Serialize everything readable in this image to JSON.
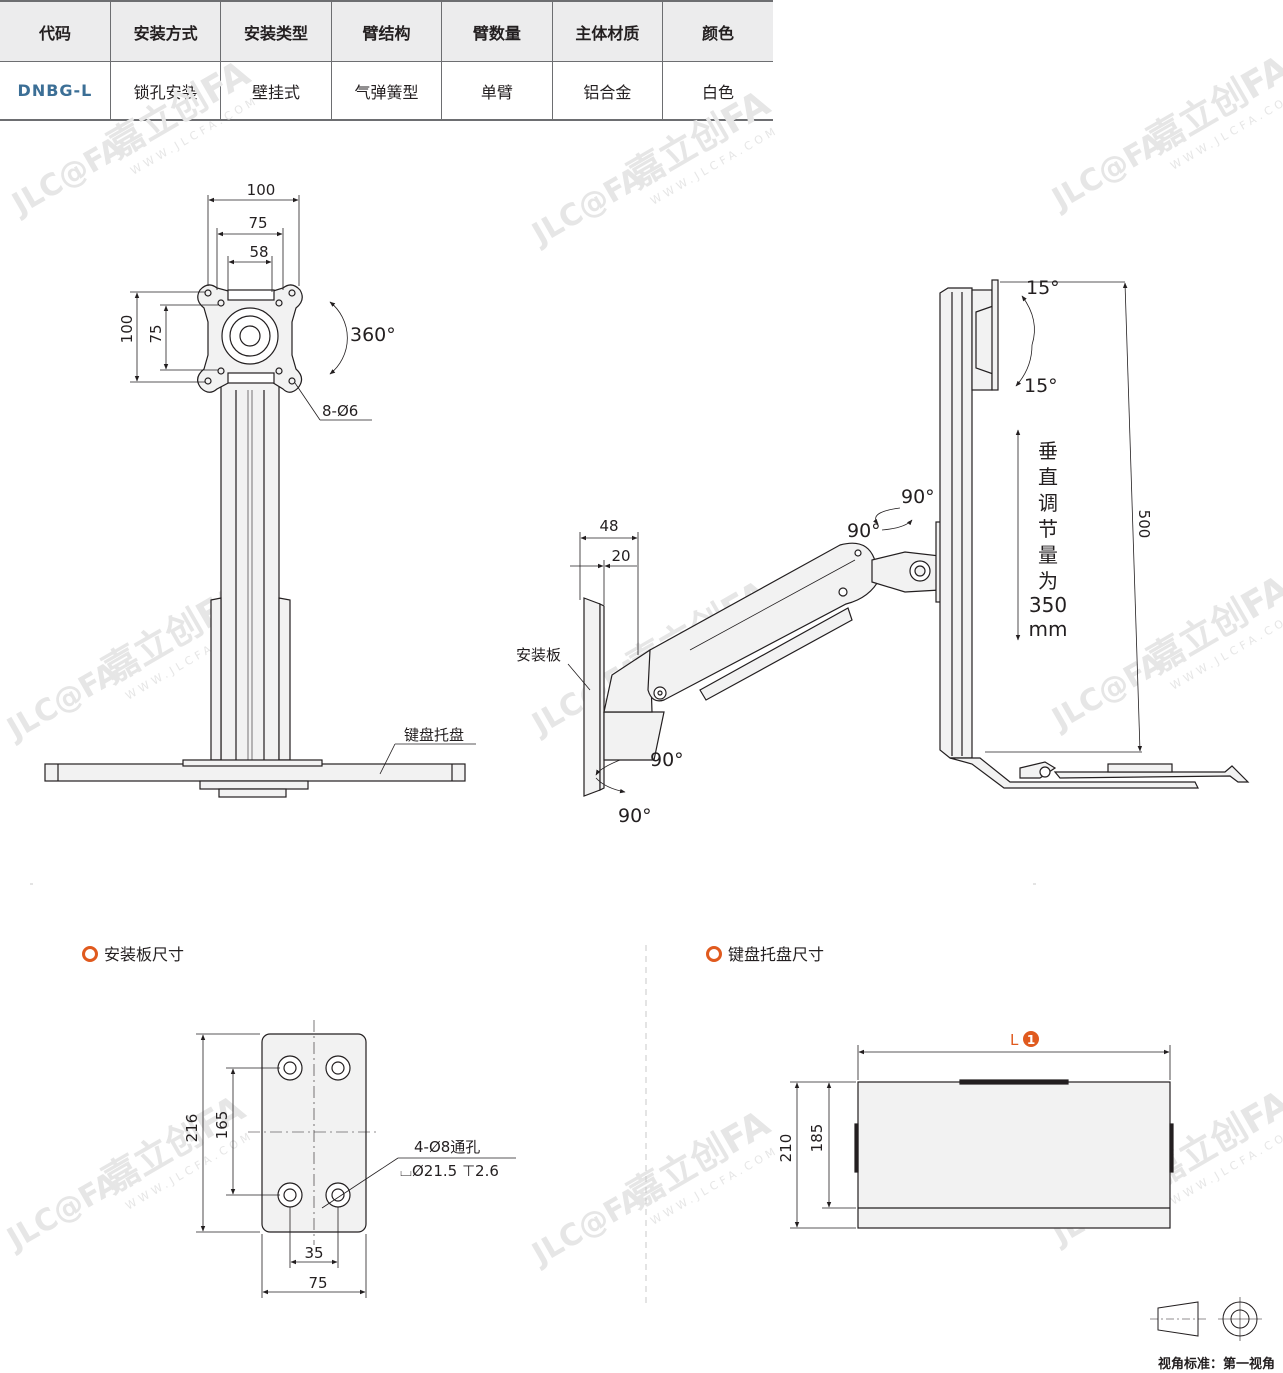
{
  "table": {
    "headers": [
      "代码",
      "安装方式",
      "安装类型",
      "臂结构",
      "臂数量",
      "主体材质",
      "颜色"
    ],
    "row": [
      "DNBG-L",
      "锁孔安装",
      "壁挂式",
      "气弹簧型",
      "单臂",
      "铝合金",
      "白色"
    ]
  },
  "watermark": {
    "logo": "JLC@FA",
    "brand": "嘉立创FA",
    "site": "WWW.JLCFA.COM"
  },
  "front_view": {
    "dim_width_outer": "100",
    "dim_width_mid": "75",
    "dim_width_inner": "58",
    "dim_height_outer": "100",
    "dim_height_mid": "75",
    "rotation": "360°",
    "holes": "8-Ø6",
    "tray_label": "键盘托盘"
  },
  "side_view": {
    "dim_48": "48",
    "dim_20": "20",
    "plate_label": "安装板",
    "tilt_top": "15°",
    "tilt_bottom": "15°",
    "swivel_a": "90°",
    "swivel_b": "90°",
    "base_a": "90°",
    "base_b": "90°",
    "vertical_chars": [
      "垂",
      "直",
      "调",
      "节",
      "量",
      "为"
    ],
    "vertical_value": "350",
    "vertical_unit": "mm",
    "dim_height": "500"
  },
  "plate_section": {
    "title": "安装板尺寸",
    "dim_216": "216",
    "dim_165": "165",
    "dim_35": "35",
    "dim_75": "75",
    "hole_note_1": "4-Ø8通孔",
    "hole_note_2": "⌴Ø21.5 ⊤2.6"
  },
  "tray_section": {
    "title": "键盘托盘尺寸",
    "dim_L": "L",
    "dim_L_badge": "1",
    "dim_210": "210",
    "dim_185": "185"
  },
  "projection": {
    "label": "视角标准：第一视角"
  },
  "colors": {
    "accent": "#e05a1e",
    "code_blue": "#3c6f96",
    "header_bg": "#ececed",
    "part_fill": "#f2f2f2"
  }
}
